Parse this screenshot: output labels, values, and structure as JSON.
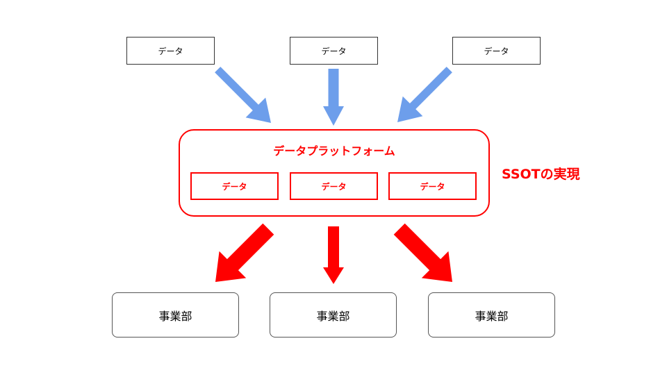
{
  "sources": [
    {
      "label": "データ"
    },
    {
      "label": "データ"
    },
    {
      "label": "データ"
    }
  ],
  "platform": {
    "title": "データプラットフォーム",
    "items": [
      {
        "label": "データ"
      },
      {
        "label": "データ"
      },
      {
        "label": "データ"
      }
    ]
  },
  "ssot_label": "SSOTの実現",
  "departments": [
    {
      "label": "事業部"
    },
    {
      "label": "事業部"
    },
    {
      "label": "事業部"
    }
  ],
  "colors": {
    "input_arrow": "#6d9eeb",
    "output_arrow": "#ff0000",
    "accent": "#ff0000"
  }
}
